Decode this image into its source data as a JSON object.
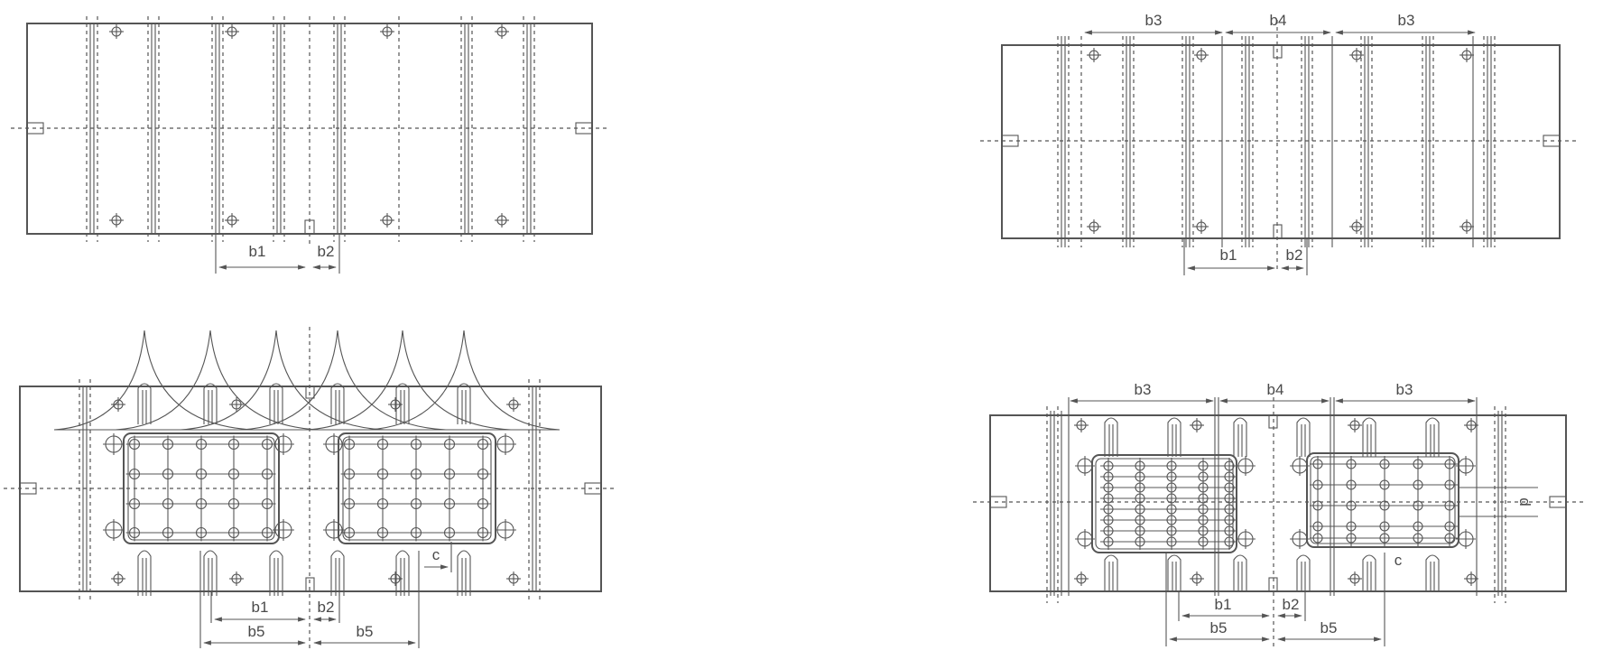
{
  "colors": {
    "line": "#555555",
    "text": "#4a4a4a",
    "background": "#ffffff"
  },
  "diagrams": {
    "top_left": {
      "dims": {
        "b1": "b1",
        "b2": "b2"
      }
    },
    "top_right": {
      "dims": {
        "b1": "b1",
        "b2": "b2",
        "b3_left": "b3",
        "b4": "b4",
        "b3_right": "b3"
      }
    },
    "bottom_left": {
      "dims": {
        "b1": "b1",
        "b2": "b2",
        "b5_left": "b5",
        "b5_right": "b5",
        "c": "c"
      }
    },
    "bottom_right": {
      "dims": {
        "b1": "b1",
        "b2": "b2",
        "b3_left": "b3",
        "b4": "b4",
        "b3_right": "b3",
        "b5_left": "b5",
        "b5_right": "b5",
        "c": "c",
        "d": "d"
      }
    }
  }
}
